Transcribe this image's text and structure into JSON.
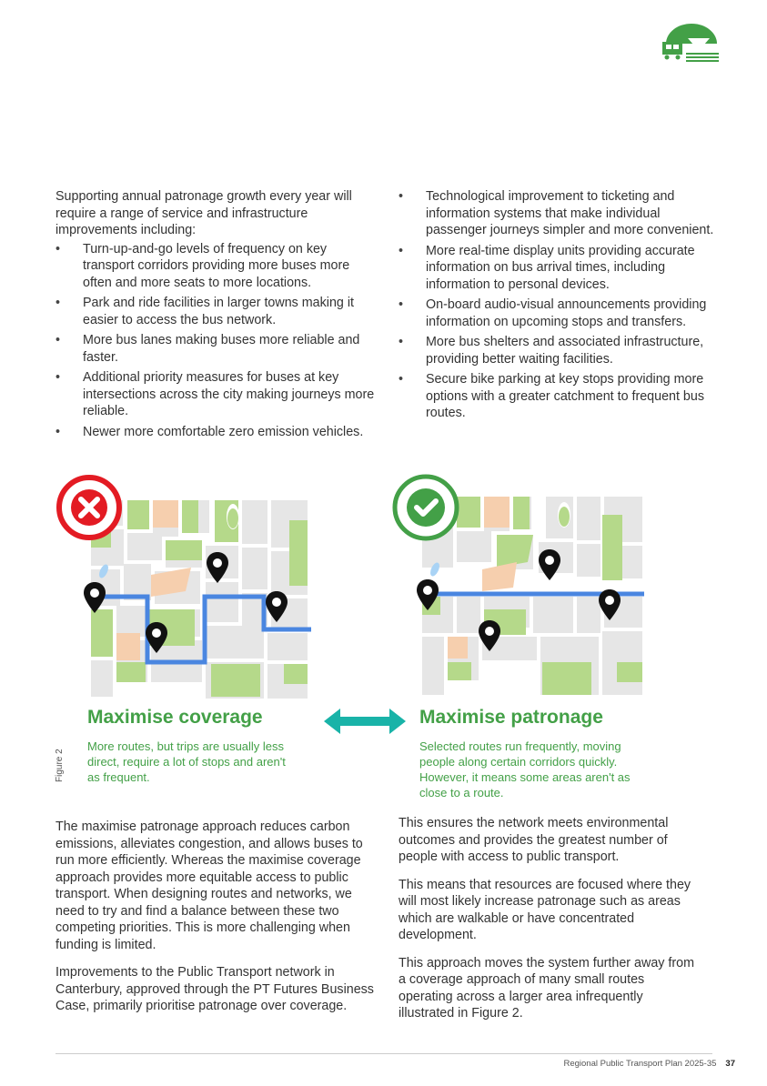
{
  "intro_paragraph": "Supporting annual patronage growth every year will require a range of service and infrastructure improvements including:",
  "left_bullets": [
    "Turn-up-and-go levels of frequency on key transport corridors providing more buses more often and more seats to more locations.",
    "Park and ride facilities in larger towns making it easier to access the bus network.",
    "More bus lanes making buses more reliable and faster.",
    "Additional priority measures for buses at key intersections across the city making journeys more reliable.",
    "Newer more comfortable zero emission vehicles."
  ],
  "right_bullets": [
    "Technological improvement to ticketing and information systems that make individual passenger journeys simpler and more convenient.",
    "More real-time display units providing accurate information on bus arrival times, including information to personal devices.",
    "On-board audio-visual announcements providing information on upcoming stops and transfers.",
    "More bus shelters and associated infrastructure, providing better waiting facilities.",
    "Secure bike parking at key stops providing more options with a greater catchment to frequent bus routes."
  ],
  "figure": {
    "label": "Figure 2",
    "left": {
      "title": "Maximise coverage",
      "caption": "More routes, but trips are usually less direct, require a lot of stops and aren't as frequent."
    },
    "right": {
      "title": "Maximise patronage",
      "caption": "Selected routes run frequently, moving people along certain corridors quickly. However, it means some areas aren't as close to a route."
    },
    "icons": [
      "cross-icon",
      "check-icon",
      "map-pin-icon",
      "double-arrow-icon"
    ]
  },
  "bottom_left_paragraphs": [
    "The maximise patronage approach reduces carbon emissions, alleviates congestion, and allows buses to run more efficiently. Whereas the maximise coverage approach provides more equitable access to public transport. When designing routes and networks, we need to try and find a balance between these two competing priorities. This is more challenging when funding is limited.",
    "Improvements to the Public Transport network in Canterbury, approved through the PT Futures Business Case, primarily prioritise patronage over coverage."
  ],
  "bottom_right_paragraphs": [
    "This ensures the network meets environmental outcomes and provides the greatest number of people with access to public transport.",
    "This means that resources are focused where they will most likely increase patronage such as areas which are walkable or have concentrated development.",
    "This approach moves the system further away from a coverage approach of many small routes operating across a larger area infrequently illustrated in Figure 2."
  ],
  "footer": {
    "doc_title": "Regional Public Transport Plan 2025-35",
    "page_number": "37"
  },
  "colors": {
    "accent_green": "#43a047",
    "route_blue": "#4a86e0",
    "error_red": "#e31b23",
    "arrow_teal": "#19b3a8",
    "block_grey": "#e6e6e6",
    "park_green": "#b5d98a",
    "peach": "#f6cfae"
  }
}
